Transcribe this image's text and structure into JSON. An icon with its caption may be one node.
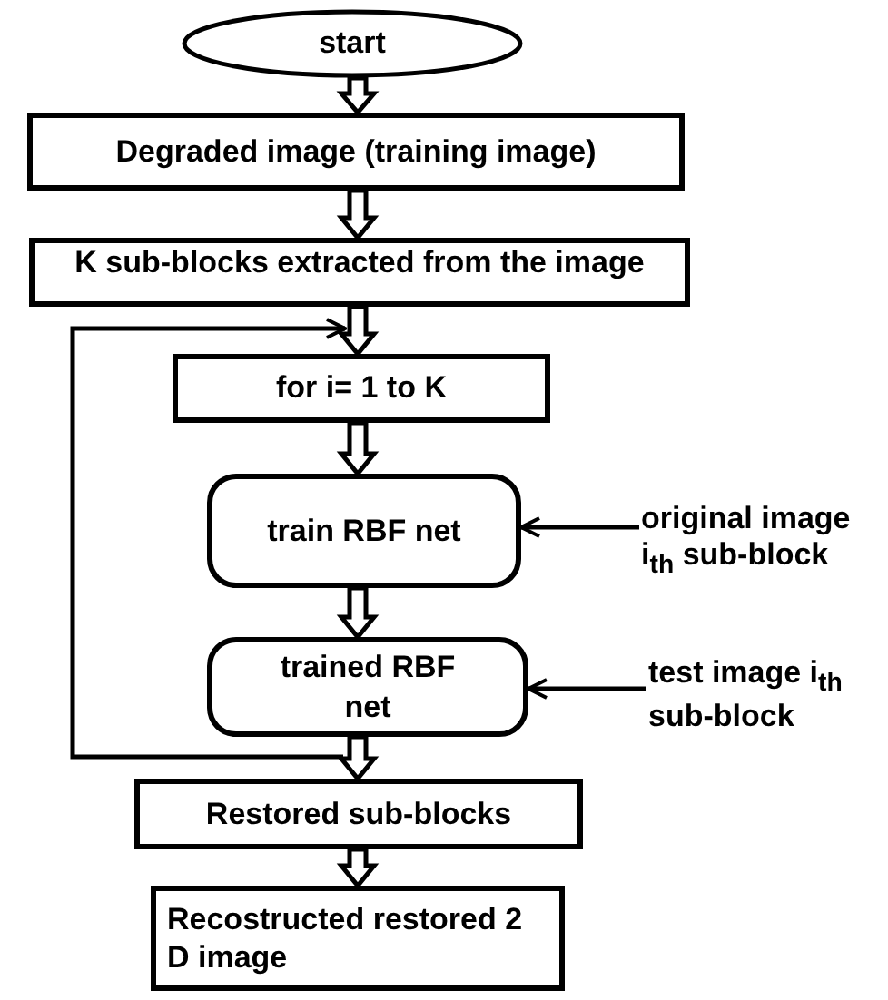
{
  "diagram": {
    "nodes": [
      {
        "text": [
          "start"
        ]
      },
      {
        "text": [
          "Degraded image (training image)"
        ]
      },
      {
        "text": [
          "K sub-blocks extracted from the image"
        ]
      },
      {
        "text": [
          "for i= 1 to K"
        ]
      },
      {
        "text": [
          "train RBF net"
        ]
      },
      {
        "text": [
          "trained RBF net"
        ]
      },
      {
        "text": [
          "Restored sub-blocks"
        ]
      },
      {
        "text": [
          "Recostructed restored 2 D image"
        ]
      },
      {
        "text": [
          "original image i$_{th}$ sub-block"
        ]
      },
      {
        "text": [
          "test image i$_{th}$ sub-block"
        ]
      }
    ],
    "edges": [
      {
        "from": 0,
        "to": 1,
        "arrow": "to",
        "style": "thick"
      },
      {
        "from": 1,
        "to": 2,
        "arrow": "to",
        "style": "thick"
      },
      {
        "from": 2,
        "to": 3,
        "arrow": "to",
        "style": "thick"
      },
      {
        "from": 3,
        "to": 4,
        "arrow": "to",
        "style": "thick"
      },
      {
        "from": 4,
        "to": 5,
        "arrow": "to",
        "style": "thick"
      },
      {
        "from": 5,
        "to": 6,
        "arrow": "to",
        "style": "thick"
      },
      {
        "from": 6,
        "to": 7,
        "arrow": "to",
        "style": "thick"
      },
      {
        "from": 5,
        "to": 3,
        "arrow": "to"
      },
      {
        "from": 8,
        "to": 4,
        "arrow": "to"
      },
      {
        "from": 9,
        "to": 5,
        "arrow": "to"
      }
    ]
  }
}
